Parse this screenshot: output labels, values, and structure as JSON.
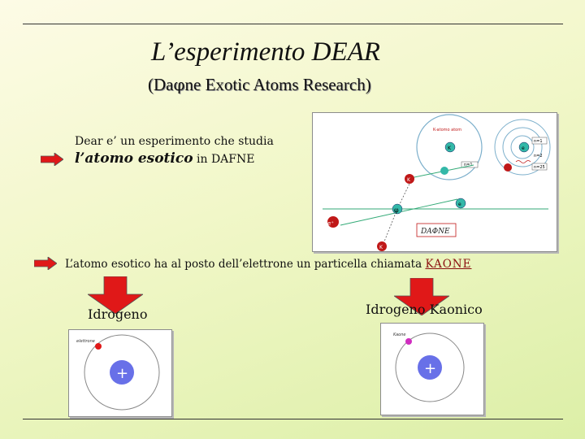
{
  "title": "L’esperimento DEAR",
  "subtitle": {
    "prefix": "(Da",
    "greek": "φ",
    "suffix": "ne Exotic Atoms Research)"
  },
  "intro": {
    "line1": "Dear e’ un esperimento che studia",
    "emphasis": "l’atomo esotico",
    "rest": " in DAFNE"
  },
  "kaone_line": {
    "text": "L’atomo esotico ha al posto dell’elettrone un particella chiamata ",
    "highlight": "KAONE"
  },
  "left_label": "Idrogeno",
  "right_label": "Idrogeno Kaonico",
  "diagram": {
    "kaone_atom_label": "K-atomo atom",
    "particles": {
      "k_minus": "K",
      "k_plus": "K",
      "e_minus": "e",
      "e_plus": "e⁺",
      "phi": "φ",
      "electron": "e"
    },
    "levels": {
      "n1": "n=1",
      "n2": "n=2",
      "n25": "n=25"
    },
    "logo": "DAΦNE"
  },
  "small_atoms": {
    "electron_label": "elettrone",
    "kaon_label": "Kaone",
    "nucleus_symbol": "+"
  },
  "colors": {
    "arrow_red": "#e01818",
    "kaone_text": "#8b1010",
    "nucleus_blue": "#6870e8",
    "particle_green": "#33b8a8",
    "particle_red": "#c01818",
    "orbit_blue": "#7db0cc"
  }
}
